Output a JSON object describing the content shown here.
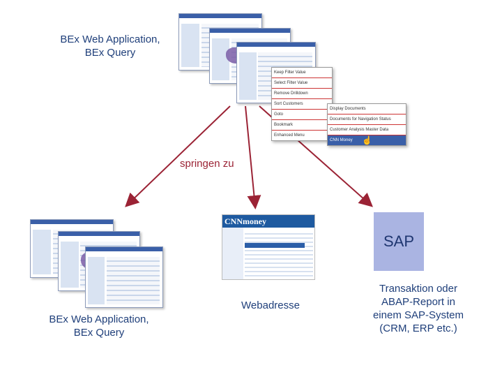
{
  "top_label": [
    "BEx Web Application,",
    "BEx Query"
  ],
  "middle_label": "springen zu",
  "bottom_left_label": [
    "BEx Web Application,",
    "BEx Query"
  ],
  "bottom_center_label": "Webadresse",
  "bottom_right_label": [
    "Transaktion oder",
    "ABAP-Report in",
    "einem SAP-System",
    "(CRM, ERP etc.)"
  ],
  "sap_box": "SAP",
  "webpage_logo": "CNNmoney",
  "context_menu": [
    "Keep Filter Value",
    "Select Filter Value",
    "Remove Drilldown",
    "Sort Customers",
    "Goto",
    "Bookmark",
    "Enhanced Menu"
  ],
  "goto_submenu": [
    "Display Documents",
    "Documents for Navigation Status",
    "Customer Analysis Master Data",
    "CNN Money"
  ],
  "colors": {
    "label": "#1f3f7a",
    "arrow": "#9b2335",
    "sap_box": "#aab4e2"
  }
}
